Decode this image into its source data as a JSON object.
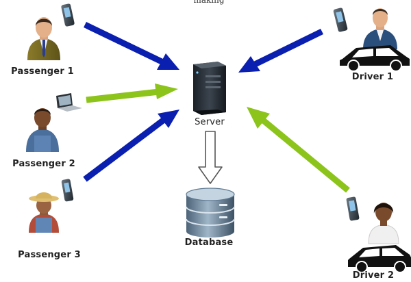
{
  "top_text": "making",
  "labels": {
    "passenger1": "Passenger 1",
    "passenger2": "Passenger 2",
    "passenger3": "Passenger 3",
    "driver1": "Driver 1",
    "driver2": "Driver 2",
    "server": "Server",
    "database": "Database"
  },
  "colors": {
    "blue_arrow": "#0a1fb0",
    "green_arrow": "#8cc41c",
    "hollow_arrow": "#ffffff",
    "server_body": "#2b323a",
    "database_body": "#5f7a92",
    "car": "#111111"
  },
  "icons": {
    "phone": "mobile-phone-icon",
    "laptop": "laptop-icon",
    "server": "server-tower-icon",
    "database": "database-cylinder-icon",
    "car": "car-icon"
  }
}
